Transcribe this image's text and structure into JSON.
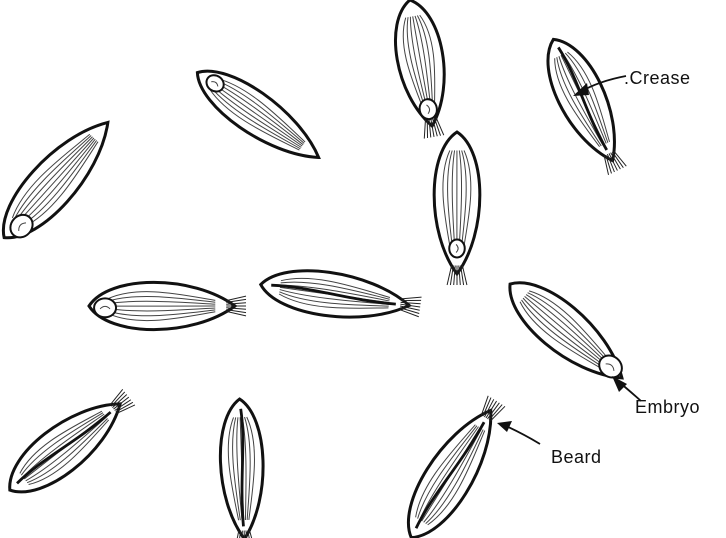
{
  "labels": {
    "crease": ".Crease",
    "embryo": "Embryo",
    "beard": "Beard"
  },
  "colors": {
    "ink": "#111111",
    "paper": "#ffffff"
  }
}
